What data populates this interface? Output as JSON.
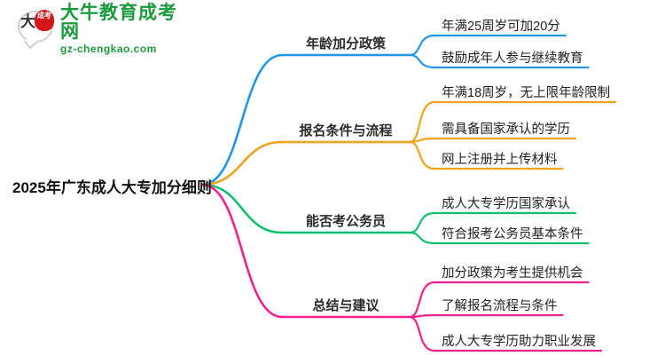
{
  "logo": {
    "mark_cn": "大牛",
    "mark_badge": "成考",
    "title": "大牛教育成考网",
    "subtitle": "gz-chengkao.com",
    "brand_color": "#1a9a3c",
    "badge_color": "#d0181b"
  },
  "mindmap": {
    "root": {
      "label": "2025年广东成人大专加分细则"
    },
    "branches": [
      {
        "label": "年龄加分政策",
        "color": "#2196E8",
        "leaves": [
          "年满25周岁可加20分",
          "鼓励成年人参与继续教育"
        ]
      },
      {
        "label": "报名条件与流程",
        "color": "#F0A21C",
        "leaves": [
          "年满18周岁，无上限年龄限制",
          "需具备国家承认的学历",
          "网上注册并上传材料"
        ]
      },
      {
        "label": "能否考公务员",
        "color": "#0FBF6E",
        "leaves": [
          "成人大专学历国家承认",
          "符合报考公务员基本条件"
        ]
      },
      {
        "label": "总结与建议",
        "color": "#F0218C",
        "leaves": [
          "加分政策为考生提供机会",
          "了解报名流程与条件",
          "成人大专学历助力职业发展"
        ]
      }
    ]
  }
}
